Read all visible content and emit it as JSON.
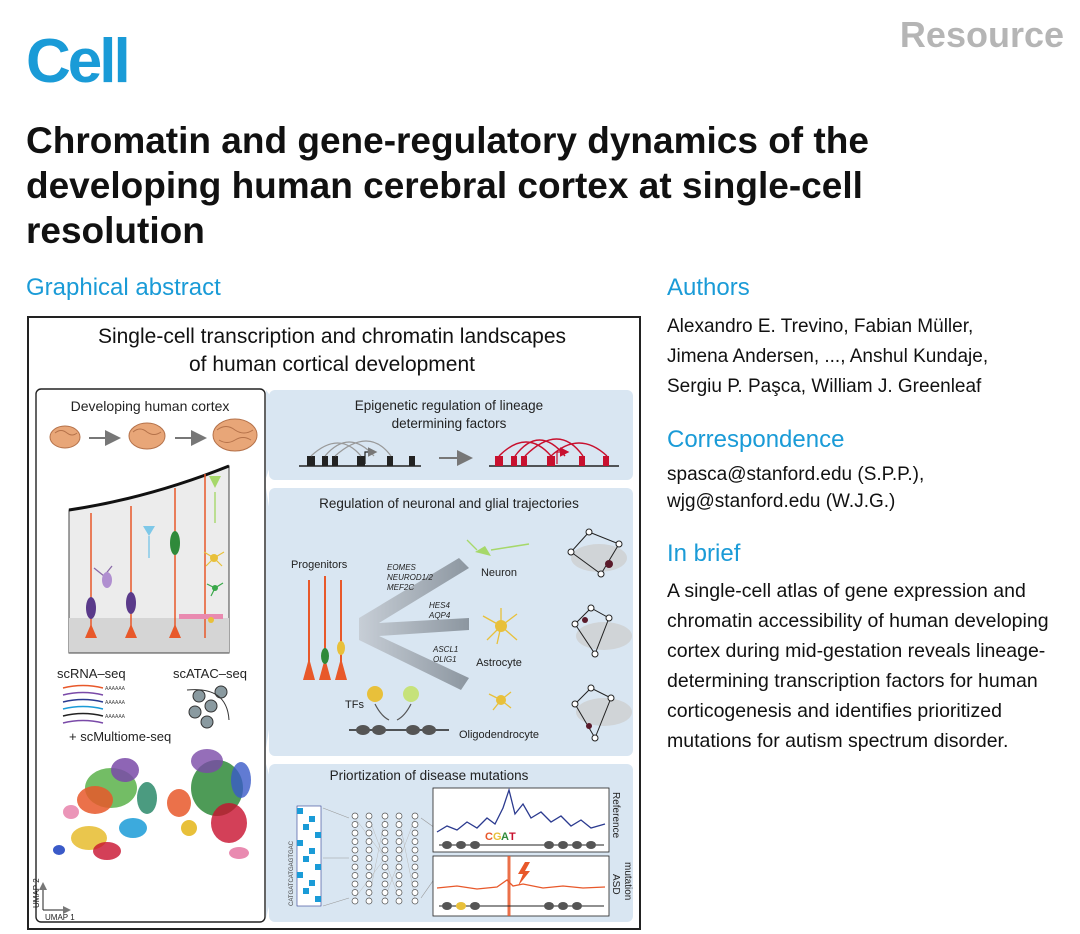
{
  "header": {
    "journal": "Cell",
    "article_type": "Resource",
    "title": "Chromatin and gene-regulatory dynamics of the developing human cerebral cortex at single-cell resolution"
  },
  "sections": {
    "graphical_abstract": "Graphical abstract",
    "authors": "Authors",
    "correspondence": "Correspondence",
    "in_brief": "In brief"
  },
  "authors": {
    "line1": "Alexandro E. Trevino, Fabian Müller,",
    "line2": "Jimena Andersen, ..., Anshul Kundaje,",
    "line3": "Sergiu P. Paşca, William J. Greenleaf"
  },
  "correspondence": {
    "line1": "spasca@stanford.edu (S.P.P.),",
    "line2": "wjg@stanford.edu (W.J.G.)"
  },
  "in_brief": {
    "text": "A single-cell atlas of gene expression and chromatin accessibility of human developing cortex during mid-gestation reveals lineage-determining transcription factors for human corticogenesis and identifies prioritized mutations for autism spectrum disorder."
  },
  "abstract_figure": {
    "title_line1": "Single-cell transcription and chromatin landscapes",
    "title_line2": "of human cortical development",
    "left_panel": {
      "heading": "Developing human cortex",
      "scrna": "scRNA–seq",
      "scatac": "scATAC–seq",
      "multiome": "+ scMultiome-seq",
      "umap_x": "UMAP 1",
      "umap_y": "UMAP 2",
      "aaa": "AAAAAA"
    },
    "panel1": {
      "title_line1": "Epigenetic regulation of lineage",
      "title_line2": "determining factors"
    },
    "panel2": {
      "title": "Regulation of neuronal and glial trajectories",
      "progenitors": "Progenitors",
      "genes_neuron_1": "EOMES",
      "genes_neuron_2": "NEUROD1/2",
      "genes_neuron_3": "MEF2C",
      "genes_astro_1": "HES4",
      "genes_astro_2": "AQP4",
      "genes_oligo_1": "ASCL1",
      "genes_oligo_2": "OLIG1",
      "neuron": "Neuron",
      "astrocyte": "Astrocyte",
      "oligodendrocyte": "Oligodendrocyte",
      "tfs": "TFs"
    },
    "panel3": {
      "title": "Priortization of disease mutations",
      "reference": "Reference",
      "asd_line1": "ASD",
      "asd_line2": "mutation",
      "sequence": "CATGATCATGAGTGAC"
    },
    "colors": {
      "accent": "#1a9bd7",
      "panel_bg": "#d9e6f2",
      "red": "#c8102e",
      "signal_blue": "#2b3a8f",
      "signal_orange": "#e8582a"
    }
  }
}
